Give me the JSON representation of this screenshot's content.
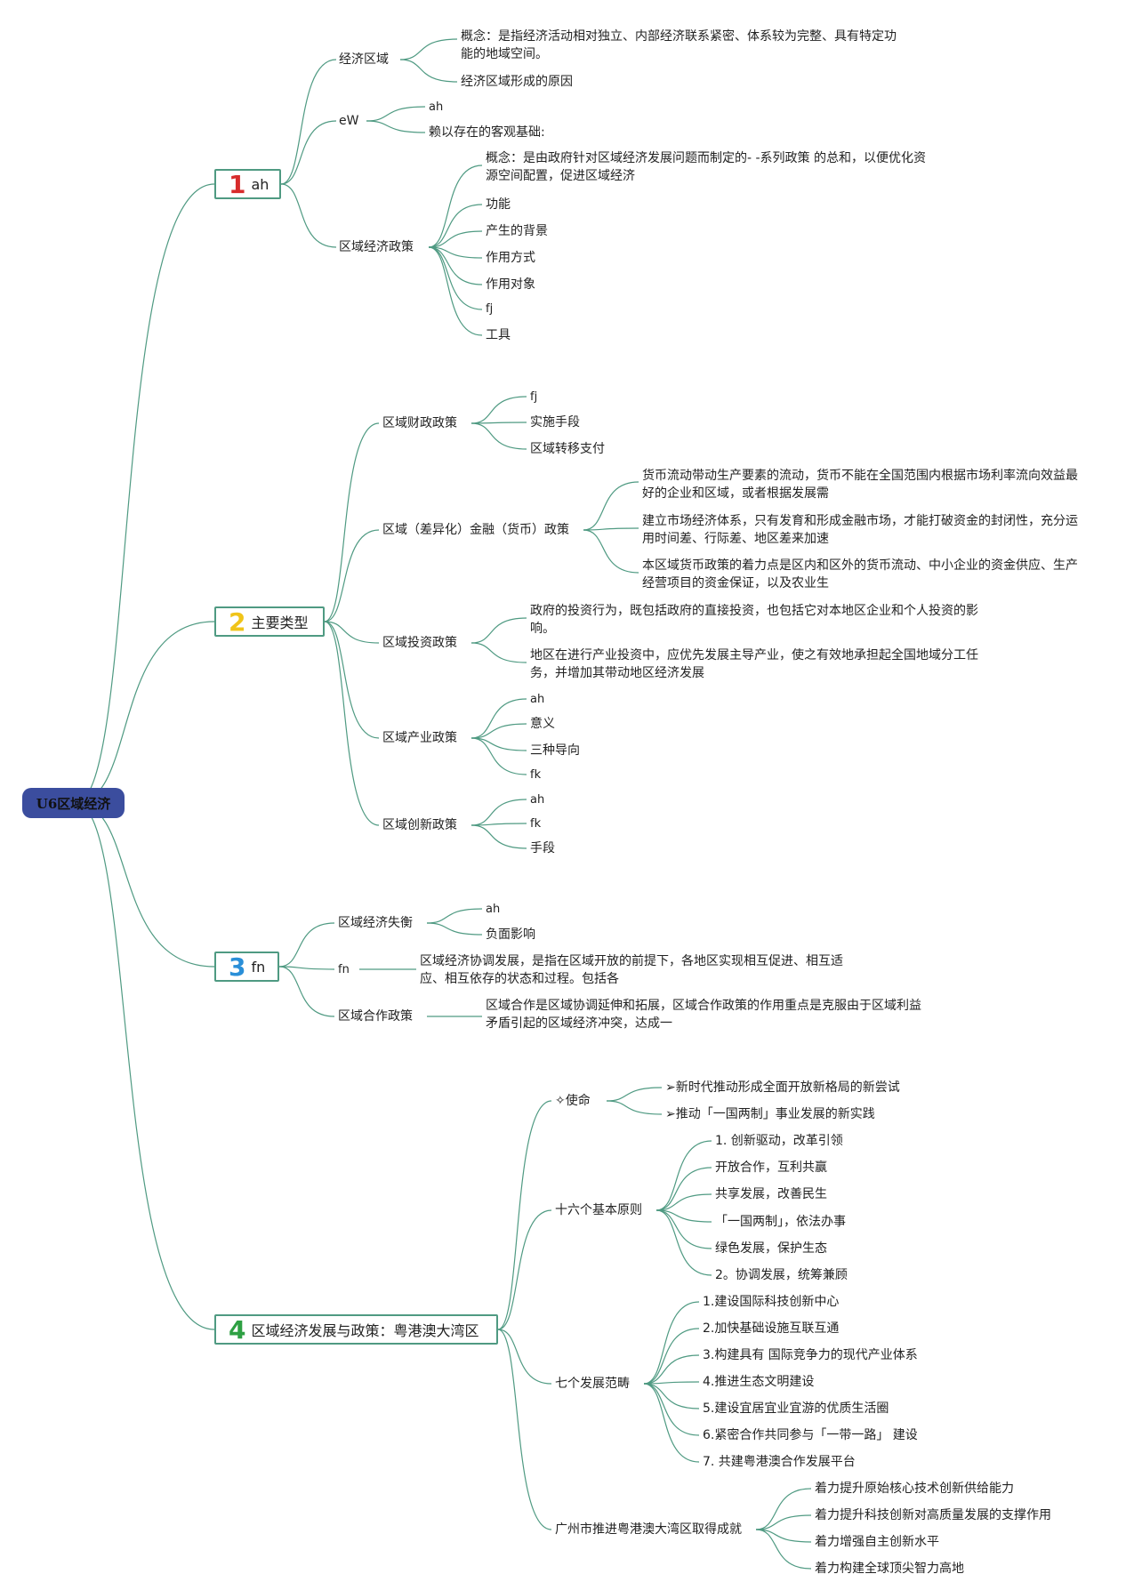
{
  "root": "U6区域经济",
  "colors": {
    "line": "#4f9a82",
    "root_bg": "#3b4d9e",
    "num1": "#d72c2c",
    "num2": "#f0c419",
    "num3": "#2a8fd8",
    "num4": "#2ea043"
  },
  "b1": {
    "num": "1",
    "label": "ah",
    "c1": {
      "label": "经济区域",
      "d1": "概念：是指经济活动相对独立、内部经济联系紧密、体系较为完整、具有特定功能的地域空间。",
      "d2": "经济区域形成的原因"
    },
    "c2": {
      "label": "eW",
      "d1": "ah",
      "d2": "赖以存在的客观基础:"
    },
    "c3": {
      "label": "区域经济政策",
      "d1": "概念：是由政府针对区域经济发展问题而制定的- -系列政策 的总和，以便优化资源空间配置，促进区域经济",
      "d2": "功能",
      "d3": "产生的背景",
      "d4": "作用方式",
      "d5": "作用对象",
      "d6": "fj",
      "d7": "工具"
    }
  },
  "b2": {
    "num": "2",
    "label": "主要类型",
    "c1": {
      "label": "区域财政政策",
      "d1": "fj",
      "d2": "实施手段",
      "d3": "区域转移支付"
    },
    "c2": {
      "label": "区域（差异化）金融（货币）政策",
      "d1": "货币流动带动生产要素的流动，货币不能在全国范围内根据市场利率流向效益最好的企业和区域，或者根据发展需",
      "d2": "建立市场经济体系，只有发育和形成金融市场，才能打破资金的封闭性，充分运用时间差、行际差、地区差来加速",
      "d3": "本区域货币政策的着力点是区内和区外的货币流动、中小企业的资金供应、生产经营项目的资金保证，以及农业生"
    },
    "c3": {
      "label": "区域投资政策",
      "d1": "政府的投资行为，既包括政府的直接投资，也包括它对本地区企业和个人投资的影响。",
      "d2": "地区在进行产业投资中，应优先发展主导产业，使之有效地承担起全国地域分工任务，并增加其带动地区经济发展"
    },
    "c4": {
      "label": "区域产业政策",
      "d1": "ah",
      "d2": "意义",
      "d3": "三种导向",
      "d4": "fk"
    },
    "c5": {
      "label": "区域创新政策",
      "d1": "ah",
      "d2": "fk",
      "d3": "手段"
    }
  },
  "b3": {
    "num": "3",
    "label": "fn",
    "c1": {
      "label": "区域经济失衡",
      "d1": "ah",
      "d2": "负面影响"
    },
    "c2": {
      "label": "fn",
      "d1": "区域经济协调发展，是指在区域开放的前提下，各地区实现相互促进、相互适应、相互依存的状态和过程。包括各"
    },
    "c3": {
      "label": "区域合作政策",
      "d1": "区域合作是区域协调延伸和拓展，区域合作政策的作用重点是克服由于区域利益矛盾引起的区域经济冲突，达成一"
    }
  },
  "b4": {
    "num": "4",
    "label": "区域经济发展与政策：粤港澳大湾区",
    "c1": {
      "label": "✧使命",
      "d1": "➢新时代推动形成全面开放新格局的新尝试",
      "d2": "➢推动「一国两制」事业发展的新实践"
    },
    "c2": {
      "label": "十六个基本原则",
      "d1": "1. 创新驱动，改革引领",
      "d2": "开放合作，互利共赢",
      "d3": "共享发展，改善民生",
      "d4": "「一国两制」，依法办事",
      "d5": "绿色发展，保护生态",
      "d6": "2。协调发展，统筹兼顾"
    },
    "c3": {
      "label": "七个发展范畴",
      "d1": "1.建设国际科技创新中心",
      "d2": "2.加快基础设施互联互通",
      "d3": "3.构建具有 国际竞争力的现代产业体系",
      "d4": "4.推进生态文明建设",
      "d5": "5.建设宜居宜业宜游的优质生活圈",
      "d6": "6.紧密合作共同参与「一带一路」 建设",
      "d7": "7. 共建粤港澳合作发展平台"
    },
    "c4": {
      "label": "广州市推进粤港澳大湾区取得成就",
      "d1": "着力提升原始核心技术创新供给能力",
      "d2": "着力提升科技创新对高质量发展的支撑作用",
      "d3": "着力增强自主创新水平",
      "d4": "着力构建全球顶尖智力高地"
    }
  }
}
